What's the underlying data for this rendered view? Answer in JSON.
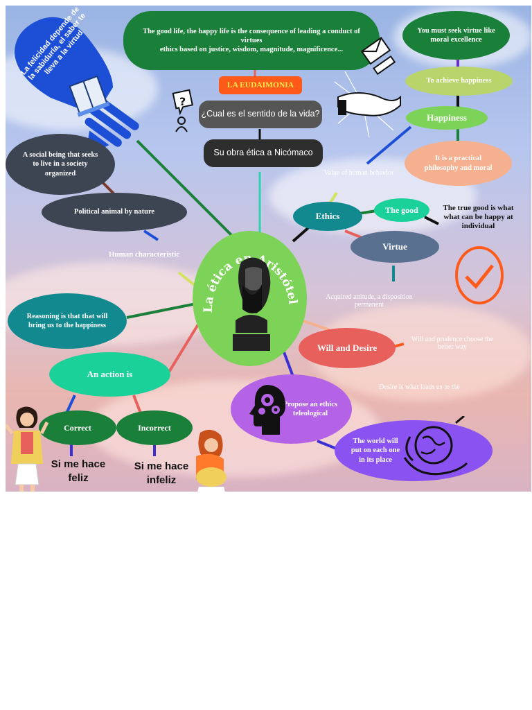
{
  "center": {
    "title": "La ética en Aristóteles"
  },
  "top_banner": {
    "line1": "The good life, the happy life is the consequence of leading a conduct of virtues",
    "line2": "ethics based on justice, wisdom, magnitude, magnificence..."
  },
  "eudaimonia": "LA EUDAIMONIA",
  "question": "¿Cual es el sentido de la vida?",
  "work": "Su obra ética a Nicómaco",
  "bulb_text": "La felicidad depende de la sabiduría, el saber te lleva a la virtud",
  "social_being": "A social being that seeks to live in a society organized",
  "political_animal": "Political animal by nature",
  "human_characteristic": "Human characteristic",
  "reasoning": "Reasoning is that that will bring us to the happiness",
  "action": "An action is",
  "correct": "Correct",
  "incorrect": "Incorrect",
  "feliz": "Si me hace feliz",
  "infeliz": "Si me hace infeliz",
  "right_chain": {
    "seek_virtue": "You must seek virtue like moral excellence",
    "achieve": "To achieve happiness",
    "happiness": "Happiness",
    "practical": "It is a practical philosophy and moral"
  },
  "value_behavior": "Value of human behavior",
  "ethics": "Ethics",
  "the_good": "The good",
  "true_good": "The true good is what what can be happy at individual",
  "virtue": "Virtue",
  "acquired": "Acquired attitude, a disposition permanent",
  "will_desire": "Will and Desire",
  "will_prudence": "Will and prudence choose the better way",
  "desire_note": "Desire is what leads us to the",
  "teleological": "Propose an ethics teleological",
  "world": "The world will put on each one in its place",
  "colors": {
    "green_dark": "#1a7f38",
    "slate": "#3d4452",
    "teal": "#12898f",
    "mint": "#1ad19a",
    "coral": "#e8605c",
    "purple": "#b463e6",
    "violet": "#8a52f0",
    "peach": "#f4b08f",
    "lime": "#7cd357",
    "olive": "#b9d46a",
    "orange": "#ff5a1a",
    "lightgreen": "#8fd04f"
  },
  "icons": [
    "lightbulb-book-icon",
    "question-head-icon",
    "hand-letter-icon",
    "checkmark-circle-icon",
    "thinking-head-gears-icon",
    "hands-globe-icon",
    "woman-happy-icon",
    "girl-sad-icon",
    "aristotle-bust-icon"
  ]
}
